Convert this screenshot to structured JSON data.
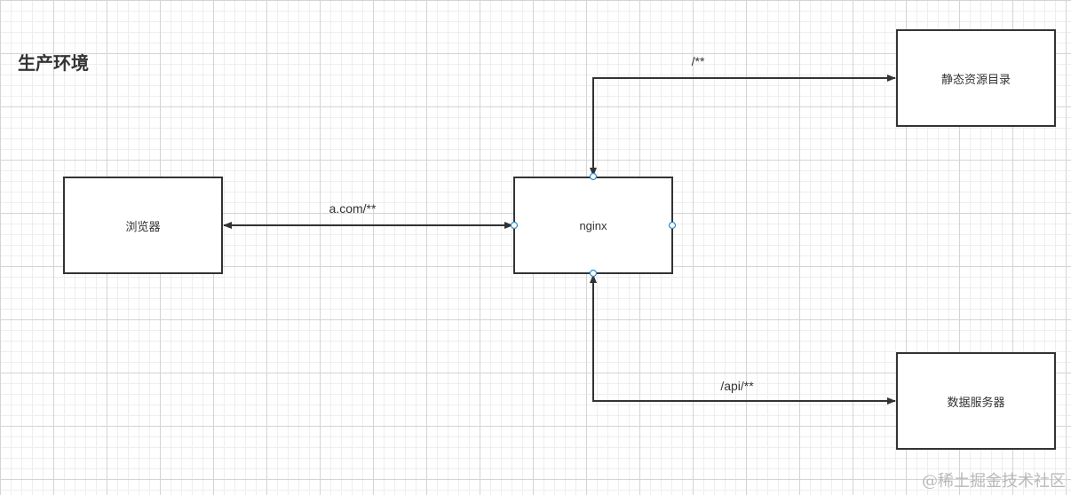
{
  "title": "生产环境",
  "nodes": {
    "browser": "浏览器",
    "nginx": "nginx",
    "static": "静态资源目录",
    "dataserver": "数据服务器"
  },
  "edges": {
    "browser_nginx": "a.com/**",
    "nginx_static": "/**",
    "nginx_data": "/api/**"
  },
  "watermark": "@稀土掘金技术社区",
  "colors": {
    "line": "#333333",
    "port": "#2f8ec9",
    "grid": "#d4d4d4"
  }
}
